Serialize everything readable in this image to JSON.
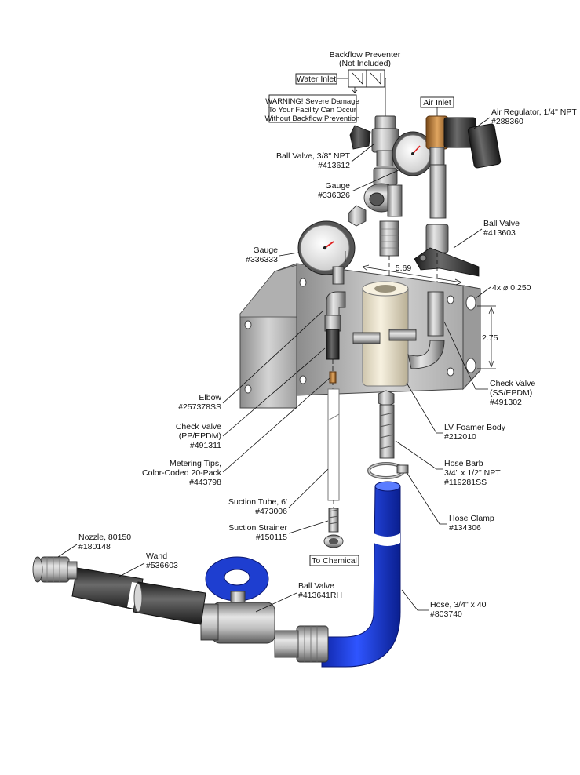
{
  "diagram": {
    "backflow_preventer": [
      "Backflow Preventer",
      "(Not Included)"
    ],
    "water_inlet": "Water Inlet",
    "warning": [
      "WARNING! Severe Damage",
      "To Your Facility Can Occur",
      "Without Backflow Prevention"
    ],
    "air_inlet": "Air Inlet",
    "air_regulator": [
      "Air Regulator, 1/4\" NPT",
      "#288360"
    ],
    "ball_valve_38": [
      "Ball Valve, 3/8\" NPT",
      "#413612"
    ],
    "gauge_336326": [
      "Gauge",
      "#336326"
    ],
    "ball_valve_413603": [
      "Ball Valve",
      "#413603"
    ],
    "gauge_336333": [
      "Gauge",
      "#336333"
    ],
    "dim_width": "5.69",
    "dim_holes": "4x ⌀ 0.250",
    "dim_height": "2.75",
    "elbow": [
      "Elbow",
      "#257378SS"
    ],
    "check_valve_ss": [
      "Check Valve",
      "(SS/EPDM)",
      "#491302"
    ],
    "check_valve_pp": [
      "Check Valve",
      "(PP/EPDM)",
      "#491311"
    ],
    "lv_foamer_body": [
      "LV Foamer Body",
      "#212010"
    ],
    "metering_tips": [
      "Metering Tips,",
      "Color-Coded 20-Pack",
      "#443798"
    ],
    "hose_barb": [
      "Hose Barb",
      "3/4\" x 1/2\" NPT",
      "#119281SS"
    ],
    "suction_tube": [
      "Suction Tube, 6'",
      "#473006"
    ],
    "hose_clamp": [
      "Hose Clamp",
      "#134306"
    ],
    "suction_strainer": [
      "Suction Strainer",
      "#150115"
    ],
    "to_chemical": "To Chemical",
    "nozzle": [
      "Nozzle, 80150",
      "#180148"
    ],
    "wand": [
      "Wand",
      "#536603"
    ],
    "ball_valve_rh": [
      "Ball Valve",
      "#413641RH"
    ],
    "hose": [
      "Hose, 3/4\" x 40'",
      "#803740"
    ]
  },
  "colors": {
    "hose_blue": "#1f3fd6",
    "bracket": "#c8c8c8",
    "foamer_body": "#ece4cf",
    "regulator_brass": "#c8823a"
  }
}
